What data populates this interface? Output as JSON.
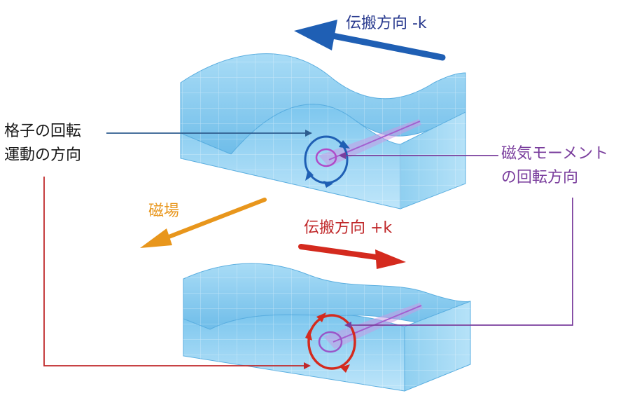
{
  "labels": {
    "propagation_minus": "伝搬方向 -k",
    "propagation_plus": "伝搬方向 +k",
    "lattice_rotation_line1": "格子の回転",
    "lattice_rotation_line2": "運動の方向",
    "magnetic_moment_line1": "磁気モーメント",
    "magnetic_moment_line2": "の回転方向",
    "magnetic_field": "磁場"
  },
  "colors": {
    "minus_k_arrow": "#1f5fb4",
    "plus_k_arrow": "#d42a1e",
    "magnetic_field_arrow": "#e8961c",
    "leader_blue": "#2f5d8f",
    "leader_red": "#c0282a",
    "leader_purple": "#7a3e9d",
    "block_face": "#8fd0f2",
    "block_edge": "#5aaee0",
    "label_text": "#1a1a1a",
    "label_minus_k": "#2a3b8f",
    "label_plus_k": "#c0282a",
    "label_field": "#e8961c",
    "label_moment": "#7a3e9d"
  }
}
